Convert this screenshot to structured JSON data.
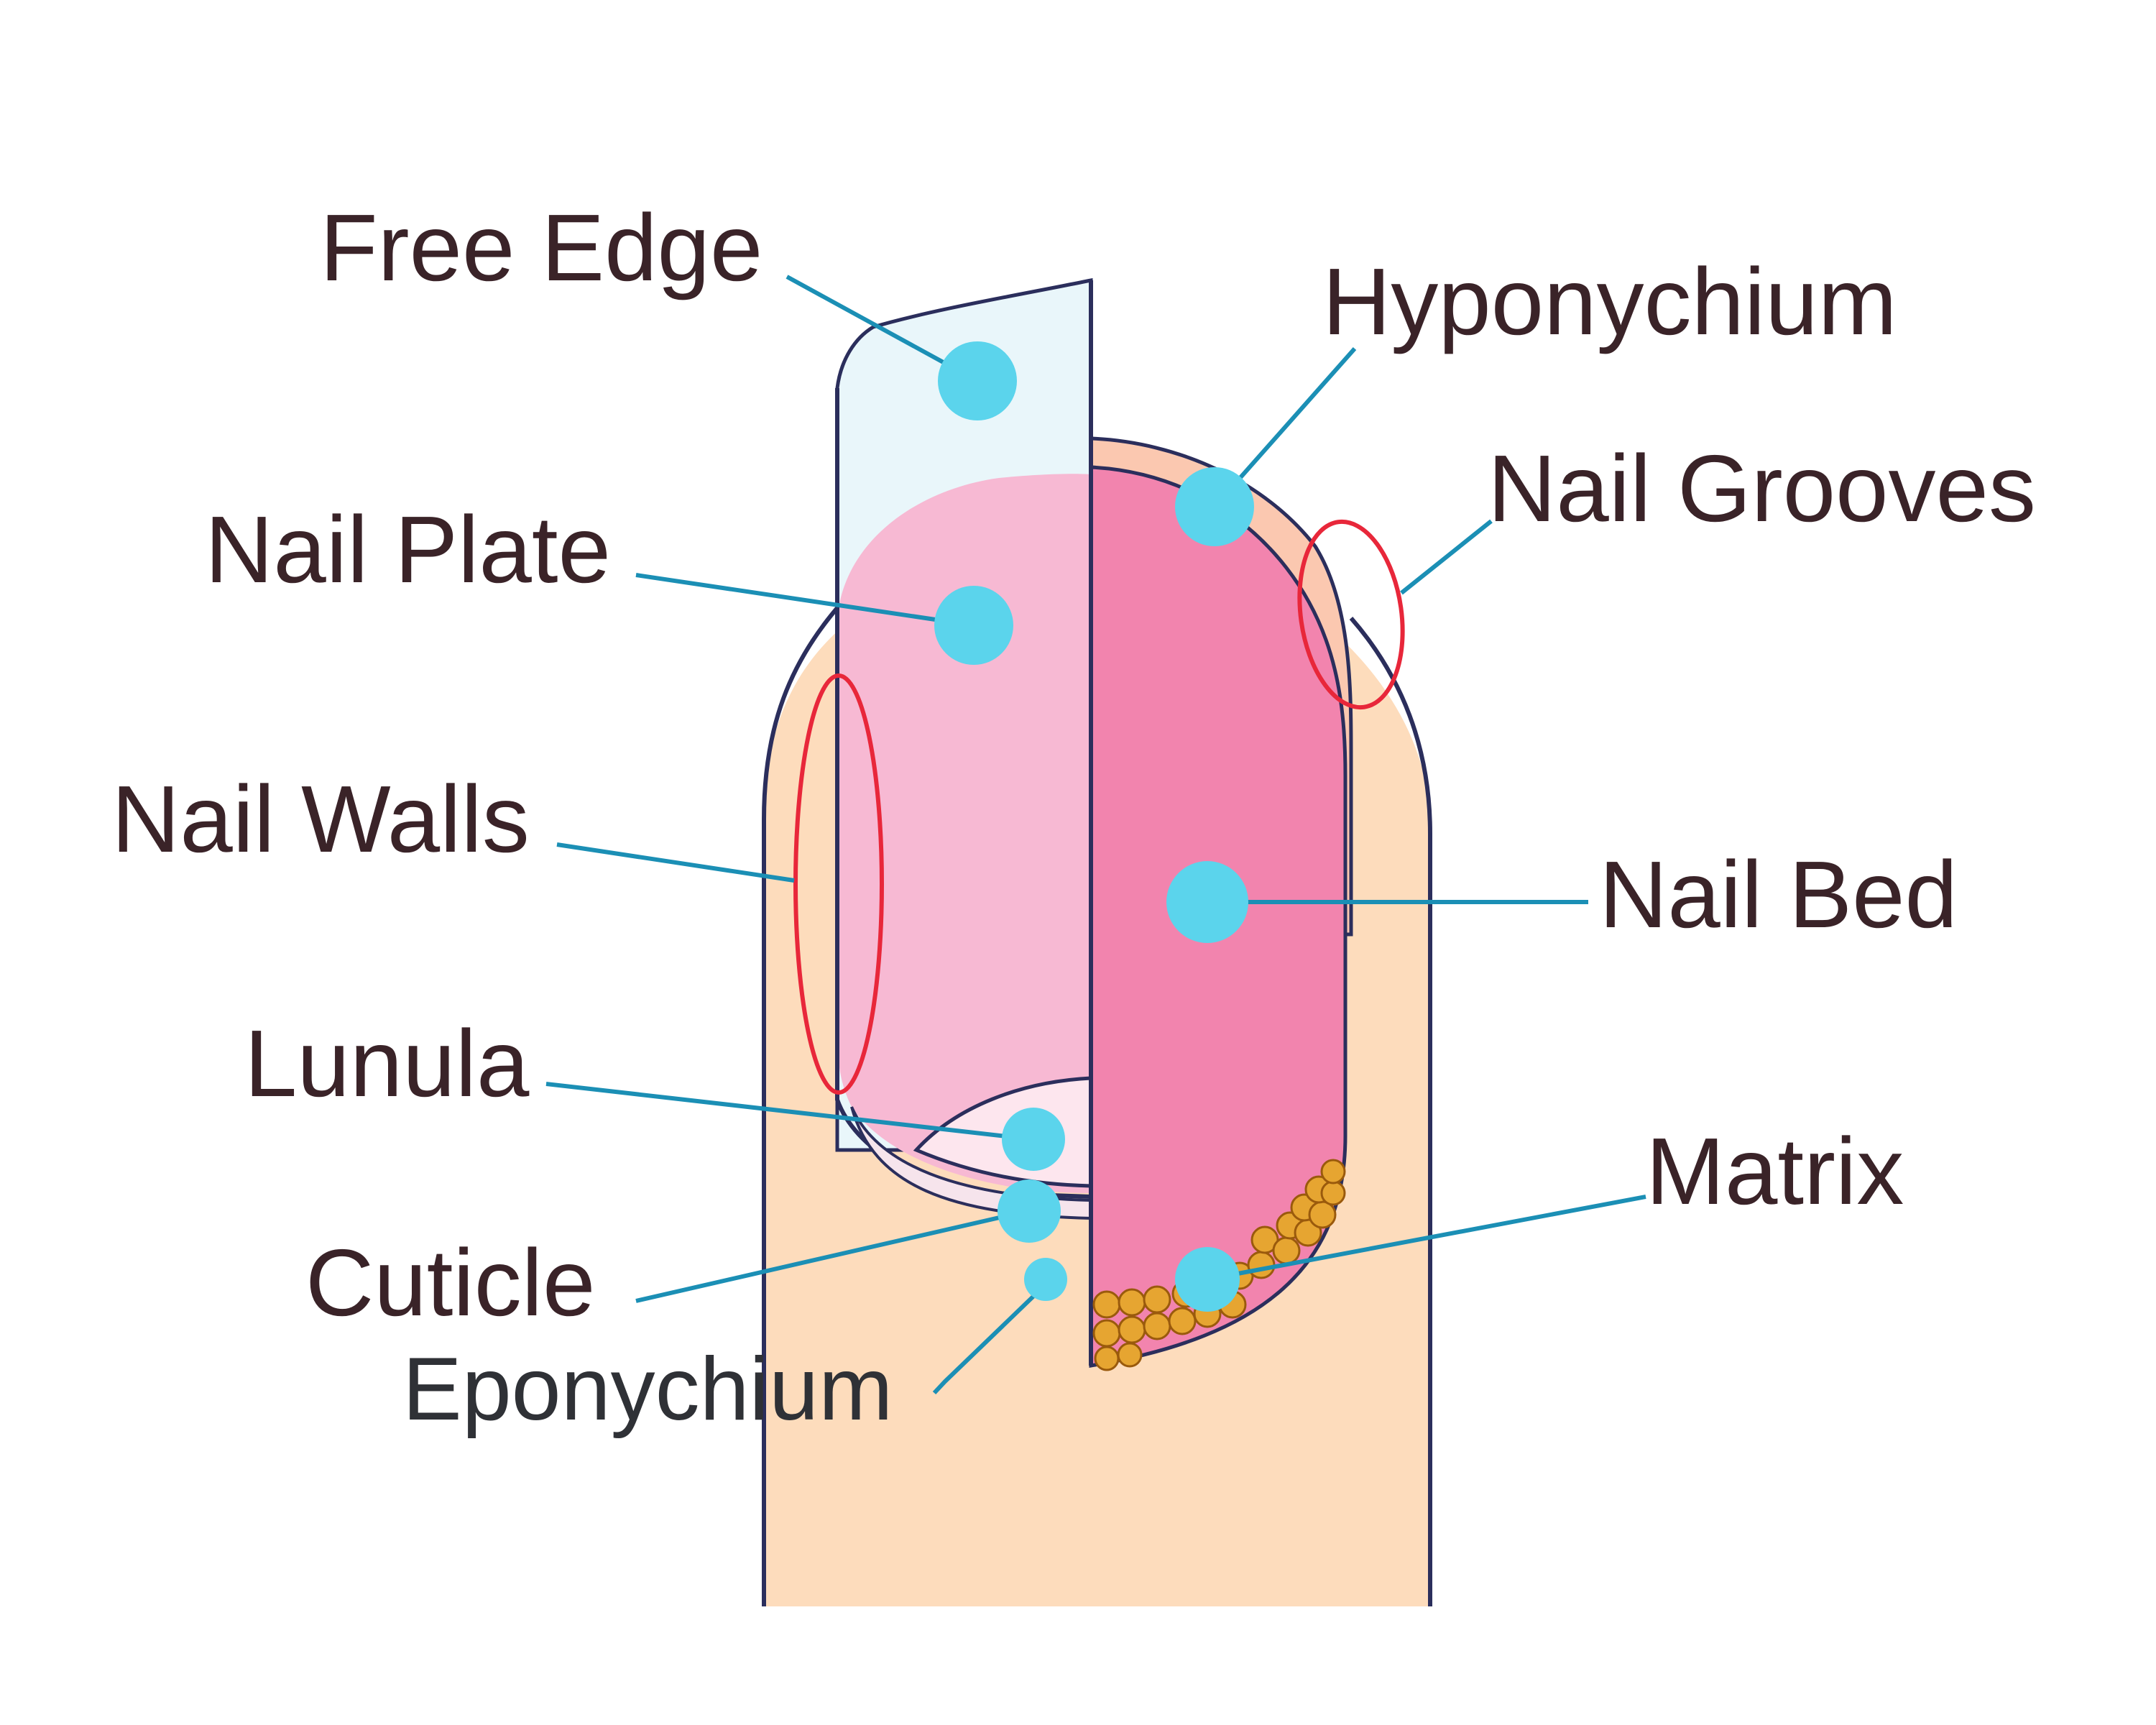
{
  "labels": {
    "free_edge": "Free Edge",
    "nail_plate": "Nail Plate",
    "nail_walls": "Nail Walls",
    "lunula": "Lunula",
    "cuticle": "Cuticle",
    "eponychium": "Eponychium",
    "hyponychium": "Hyponychium",
    "nail_grooves": "Nail Grooves",
    "nail_bed": "Nail Bed",
    "matrix": "Matrix"
  },
  "colors": {
    "skin": "#fddcbc",
    "nail_plate_pink": "#f7b9d3",
    "nail_bed_pink": "#f284ae",
    "free_edge": "#e9f6fa",
    "marker_dot": "#5bd4ec",
    "leader_line": "#1b8fb5",
    "highlight_ring": "#e8273a",
    "matrix_cells": "#e6a531",
    "outline": "#2b2e5c"
  }
}
